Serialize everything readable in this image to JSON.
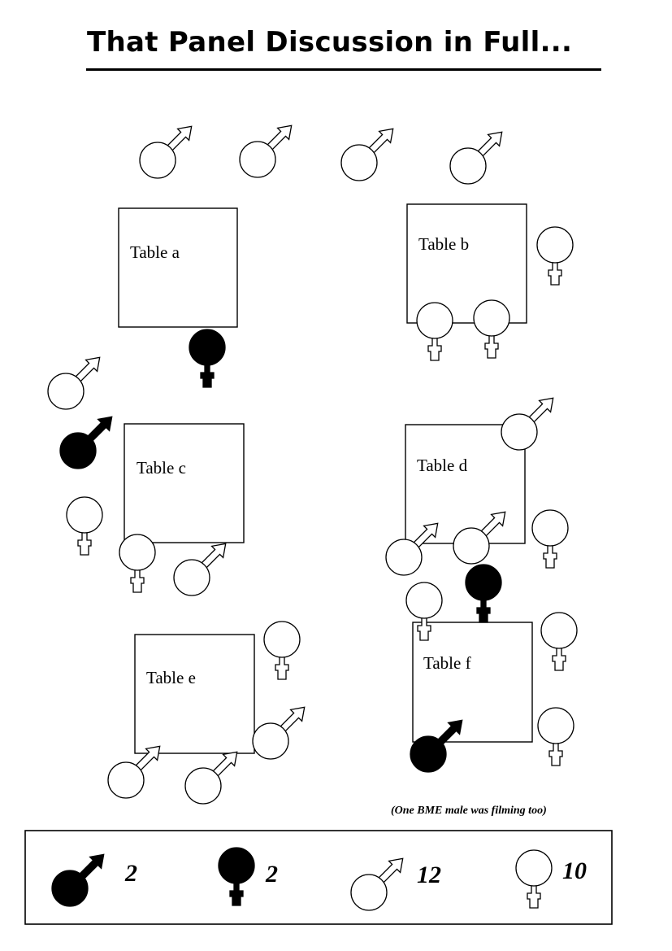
{
  "title": "That Panel Discussion in Full...",
  "note": "(One BME male was filming too)",
  "icons": {
    "bme_male": "male-symbol-filled",
    "bme_female": "female-symbol-filled",
    "white_male": "male-symbol-outline",
    "white_female": "female-symbol-outline"
  },
  "colors": {
    "filled": "#000000",
    "outline": "#000000",
    "background": "#ffffff"
  },
  "tables": [
    {
      "id": "a",
      "label": "Table  a"
    },
    {
      "id": "b",
      "label": "Table  b"
    },
    {
      "id": "c",
      "label": "Table  c"
    },
    {
      "id": "d",
      "label": "Table  d"
    },
    {
      "id": "e",
      "label": "Table  e"
    },
    {
      "id": "f",
      "label": "Table  f"
    }
  ],
  "legend": [
    {
      "symbol": "male-symbol-filled",
      "count": "2"
    },
    {
      "symbol": "female-symbol-filled",
      "count": "2"
    },
    {
      "symbol": "male-symbol-outline",
      "count": "12"
    },
    {
      "symbol": "female-symbol-outline",
      "count": "10"
    }
  ]
}
